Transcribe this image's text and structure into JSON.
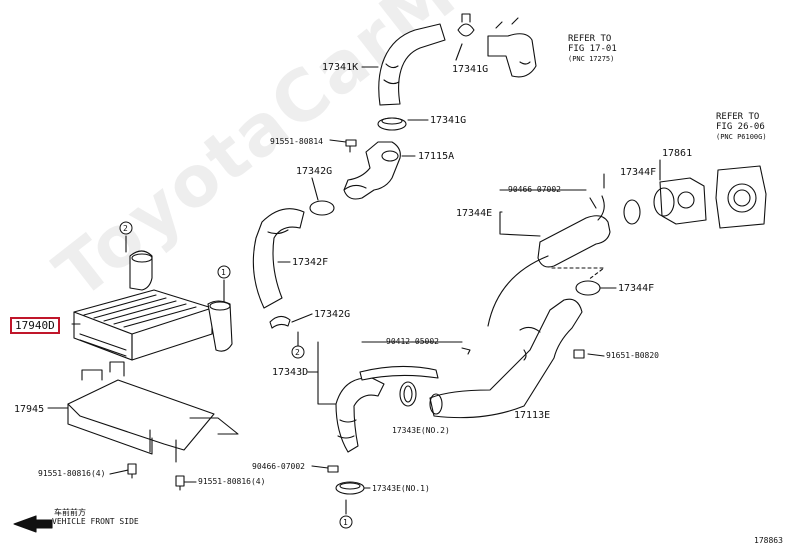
{
  "watermark": "ToyotaCarMine.ru",
  "refs": [
    {
      "id": "ref-fig17",
      "l1": "REFER TO",
      "l2": "FIG 17-01",
      "l3": "(PNC 17275)"
    },
    {
      "id": "ref-fig26",
      "l1": "REFER TO",
      "l2": "FIG 26-06",
      "l3": "(PNC P6100G)"
    }
  ],
  "labels": {
    "p17341K": "17341K",
    "p17341G_a": "17341G",
    "p17341G_b": "17341G",
    "p91551_80814": "91551-80814",
    "p17115A": "17115A",
    "p17342G_a": "17342G",
    "p17342F": "17342F",
    "p17342G_b": "17342G",
    "p17940D": "17940D",
    "p17945": "17945",
    "p91551_80816_4a": "91551-80816(4)",
    "p91551_80816_4b": "91551-80816(4)",
    "p90412_05002": "90412-05002",
    "p17343D": "17343D",
    "p17343E_2": "17343E(NO.2)",
    "p90466_07002_a": "90466-07002",
    "p17343E_1": "17343E(NO.1)",
    "p17344E": "17344E",
    "p90466_07002_b": "90466-07002",
    "p17861": "17861",
    "p17344F_a": "17344F",
    "p17344F_b": "17344F",
    "p91651_B0820": "91651-B0820",
    "p17113E": "17113E",
    "front_cn": "车前前方",
    "front_en": "VEHICLE FRONT SIDE",
    "figure_code": "178863"
  },
  "callouts": {
    "c1": "1",
    "c2": "2"
  }
}
